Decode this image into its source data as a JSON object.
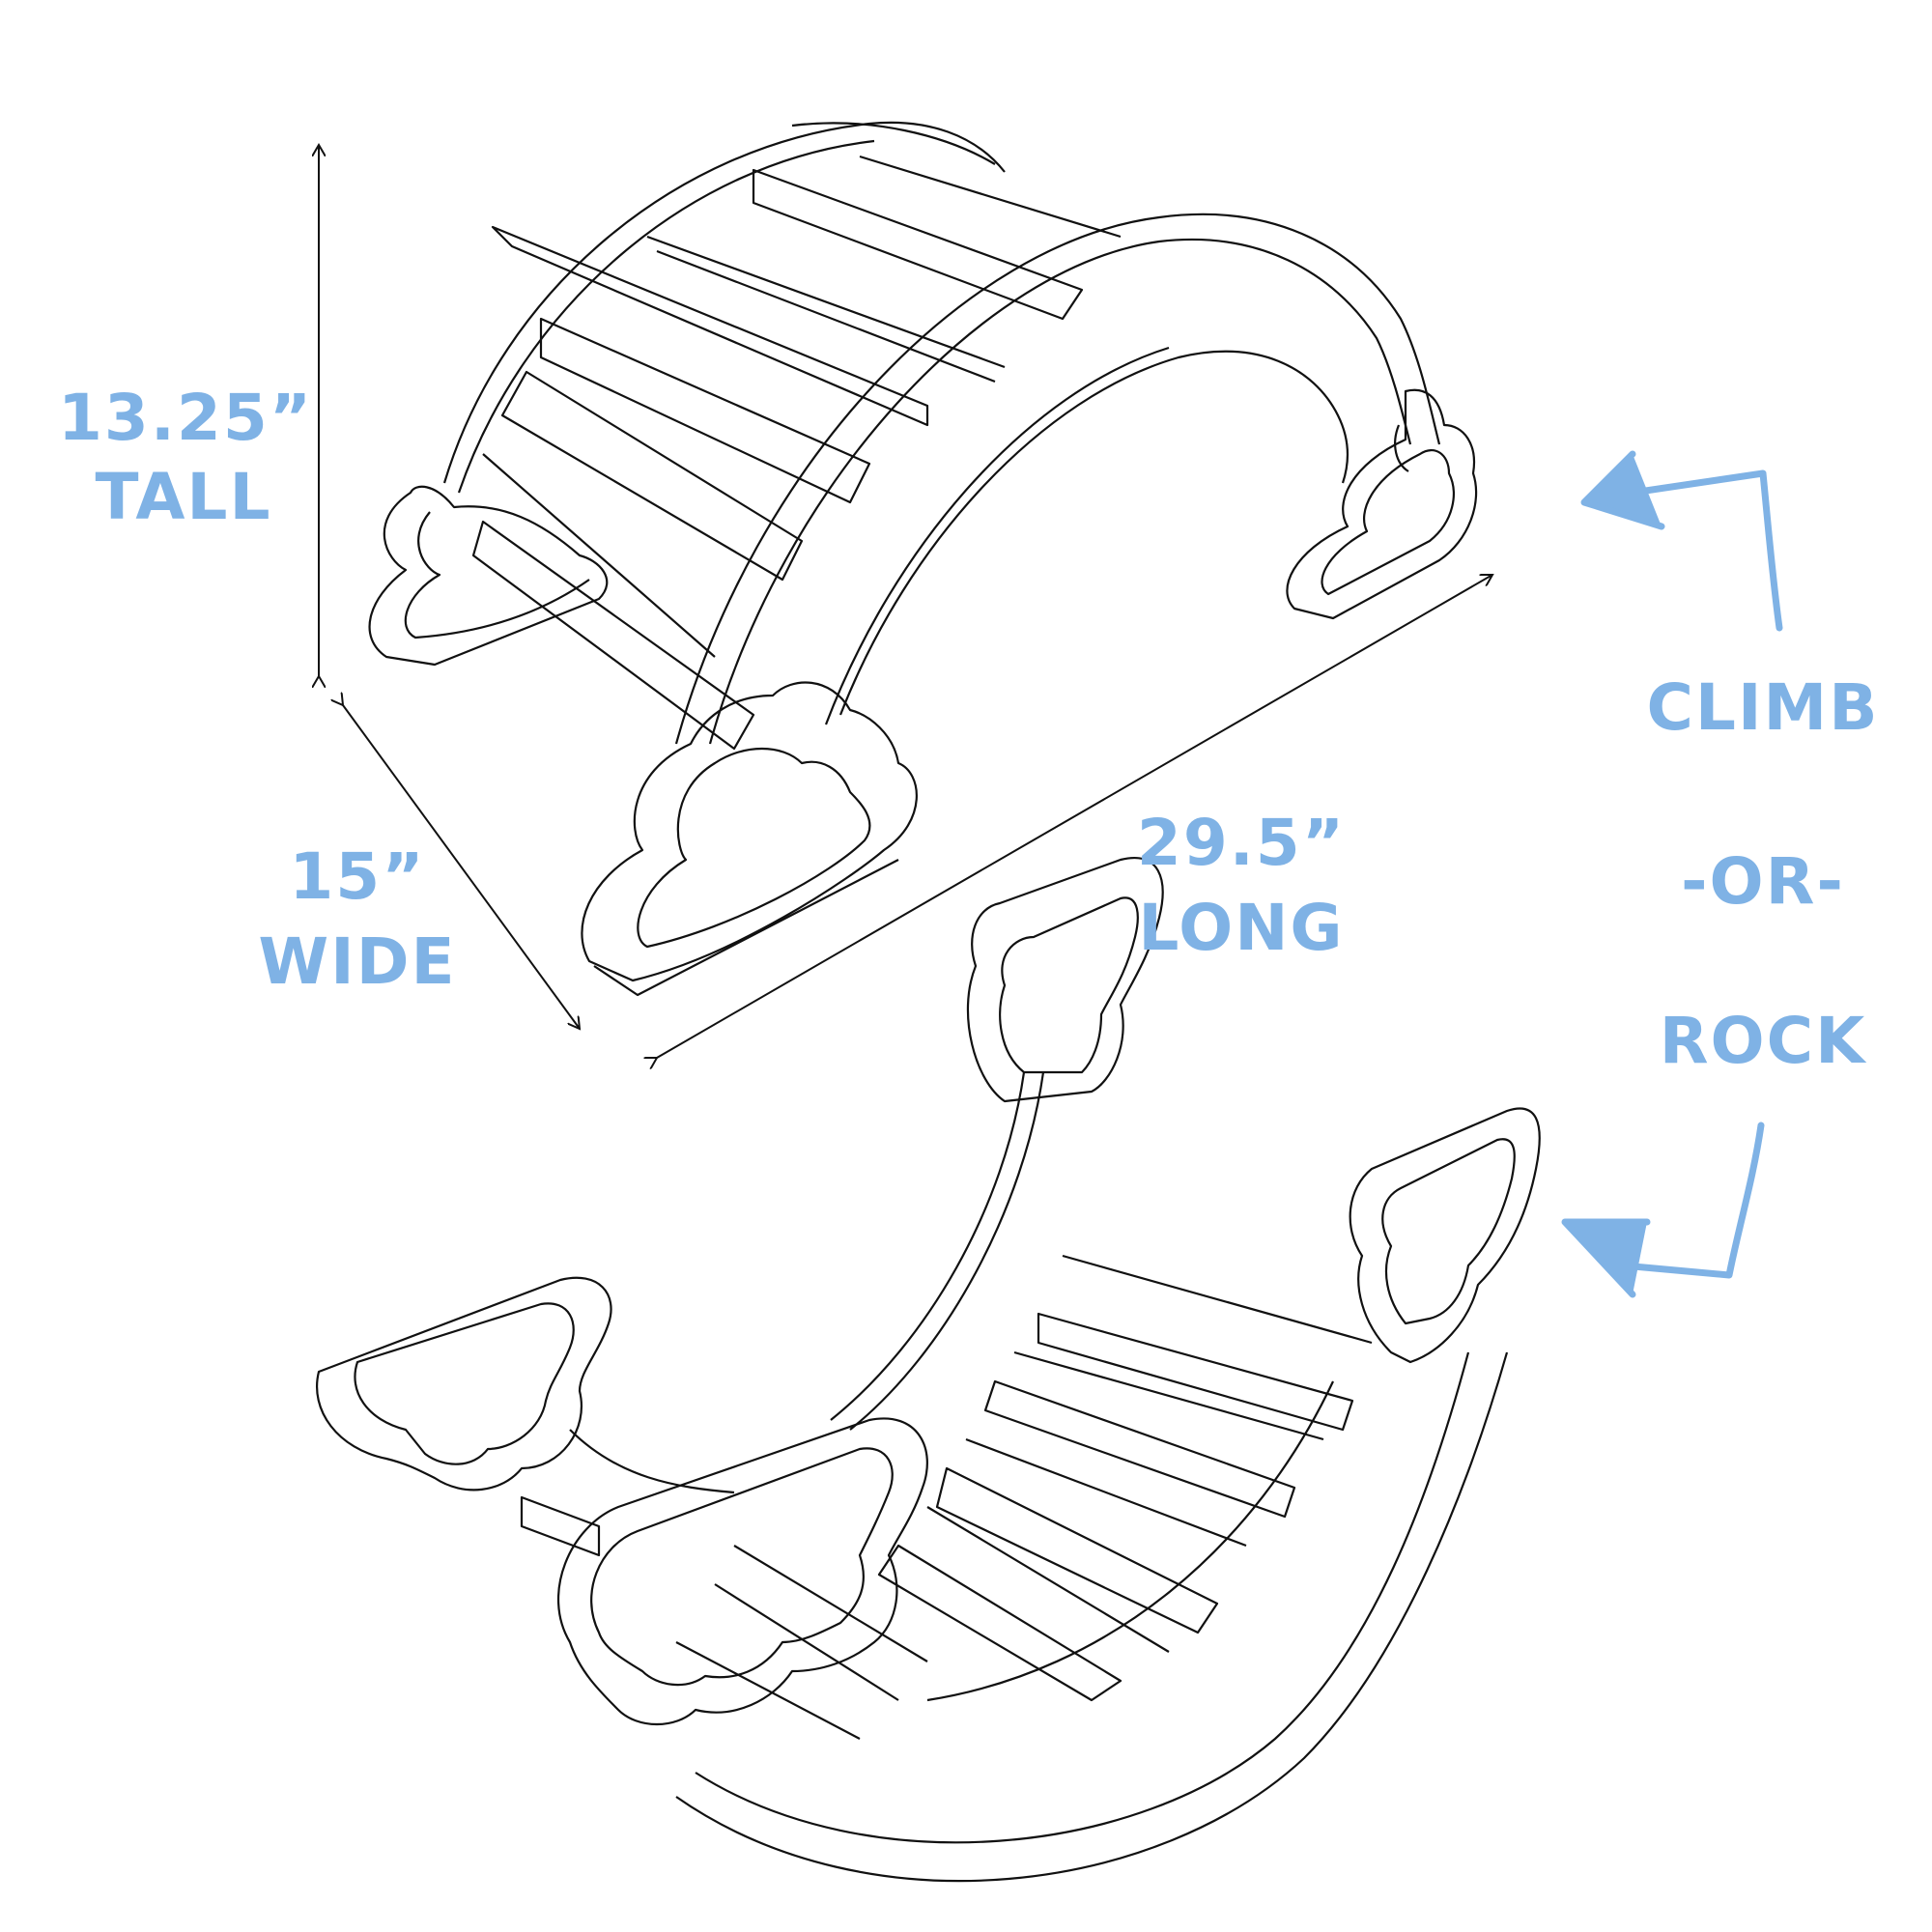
{
  "colors": {
    "accent": "#7fb2e5",
    "line": "#111111",
    "background": "#ffffff"
  },
  "dimensions": {
    "tall": {
      "value": "13.25”",
      "unit": "TALL"
    },
    "wide": {
      "value": "15”",
      "unit": "WIDE"
    },
    "long": {
      "value": "29.5”",
      "unit": "LONG"
    }
  },
  "modes": {
    "climb": "CLIMB",
    "or": "-OR-",
    "rock": "ROCK"
  }
}
